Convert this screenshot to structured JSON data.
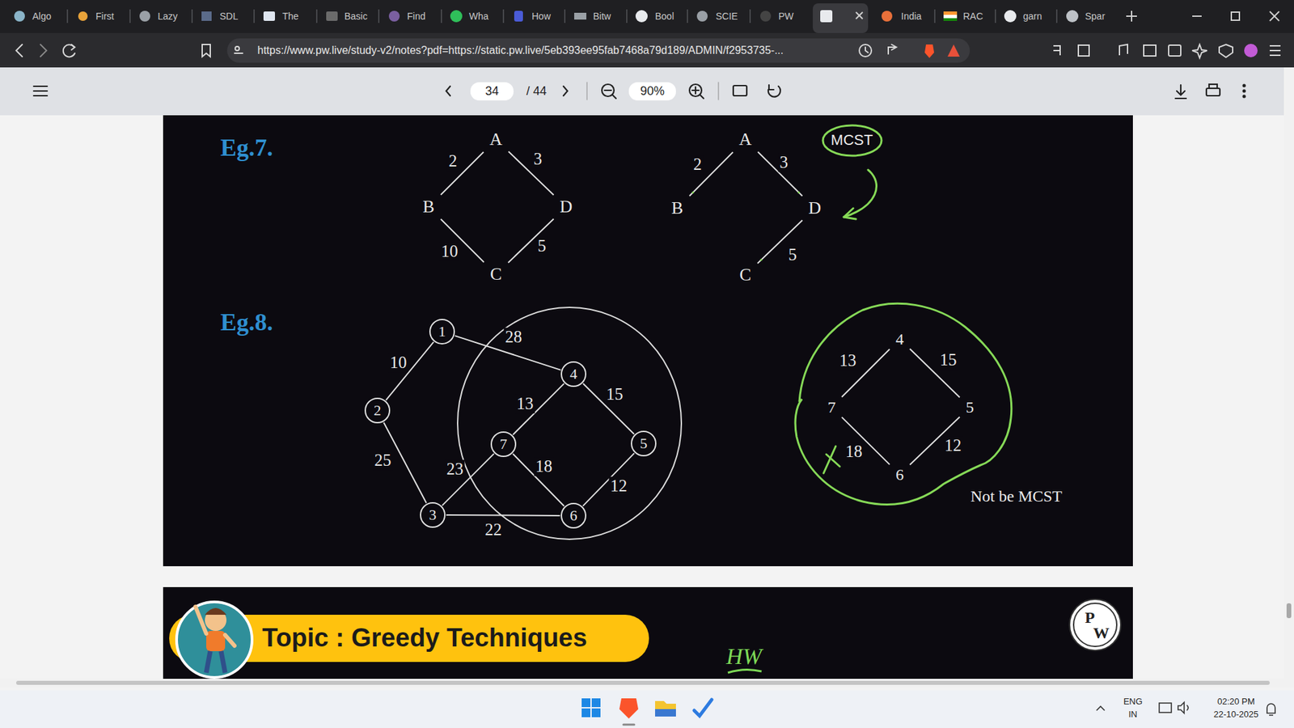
{
  "diagram": {
    "nodes": [
      {
        "text": [
          "A"
        ]
      },
      {
        "text": [
          "B"
        ]
      },
      {
        "text": [
          "D"
        ]
      },
      {
        "text": [
          "C"
        ]
      },
      {
        "text": [
          "A"
        ]
      },
      {
        "text": [
          "B"
        ]
      },
      {
        "text": [
          "D"
        ]
      },
      {
        "text": [
          "C"
        ]
      },
      {
        "text": [
          "MCST"
        ]
      },
      {
        "text": [
          "1"
        ]
      },
      {
        "text": [
          "2"
        ]
      },
      {
        "text": [
          "4"
        ]
      },
      {
        "text": [
          "7"
        ]
      },
      {
        "text": [
          "5"
        ]
      },
      {
        "text": [
          "3"
        ]
      },
      {
        "text": [
          "6"
        ]
      },
      {
        "text": [
          "4"
        ]
      },
      {
        "text": [
          "7"
        ]
      },
      {
        "text": [
          "5"
        ]
      },
      {
        "text": [
          "6"
        ]
      }
    ],
    "edges": [
      {
        "from": 0,
        "to": 1,
        "arrow": "none",
        "label": "2"
      },
      {
        "from": 0,
        "to": 2,
        "arrow": "none",
        "label": "3"
      },
      {
        "from": 1,
        "to": 3,
        "arrow": "none",
        "label": "10"
      },
      {
        "from": 2,
        "to": 3,
        "arrow": "none",
        "label": "5"
      },
      {
        "from": 4,
        "to": 5,
        "arrow": "none",
        "label": "2"
      },
      {
        "from": 4,
        "to": 6,
        "arrow": "none",
        "label": "3"
      },
      {
        "from": 6,
        "to": 7,
        "arrow": "none",
        "label": "5"
      },
      {
        "from": 9,
        "to": 10,
        "arrow": "none",
        "label": "10"
      },
      {
        "from": 9,
        "to": 11,
        "arrow": "none",
        "label": "28"
      },
      {
        "from": 11,
        "to": 12,
        "arrow": "none",
        "label": "13"
      },
      {
        "from": 11,
        "to": 13,
        "arrow": "none",
        "label": "15"
      },
      {
        "from": 12,
        "to": 15,
        "arrow": "none",
        "label": "18"
      },
      {
        "from": 13,
        "to": 15,
        "arrow": "none",
        "label": "12"
      },
      {
        "from": 10,
        "to": 14,
        "arrow": "none",
        "label": "25"
      },
      {
        "from": 14,
        "to": 12,
        "arrow": "none",
        "label": "23"
      },
      {
        "from": 14,
        "to": 15,
        "arrow": "none",
        "label": "22"
      },
      {
        "from": 16,
        "to": 17,
        "arrow": "none",
        "label": "13"
      },
      {
        "from": 16,
        "to": 18,
        "arrow": "none",
        "label": "15"
      },
      {
        "from": 17,
        "to": 19,
        "arrow": "none",
        "label": "18"
      },
      {
        "from": 18,
        "to": 19,
        "arrow": "none",
        "label": "12"
      }
    ],
    "labels": [
      "Eg.7.",
      "Eg.8.",
      "Not be MCST",
      "Topic : Greedy Techniques",
      "HW",
      "P",
      "W",
      "Algo",
      "First",
      "Lazy",
      "SDL",
      "The",
      "Basic",
      "Find",
      "Wha",
      "How",
      "Bitw",
      "Bool",
      "SCIE",
      "PW",
      "India",
      "RAC",
      "garn",
      "Spar",
      "https://www.pw.live/study-v2/notes?pdf=https://static.pw.live/5eb393ee95fab7468a79d189/ADMIN/f2953735-...",
      "34",
      "/ 44",
      "90%",
      "ENG",
      "IN",
      "02:20 PM",
      "22-10-2025"
    ]
  }
}
